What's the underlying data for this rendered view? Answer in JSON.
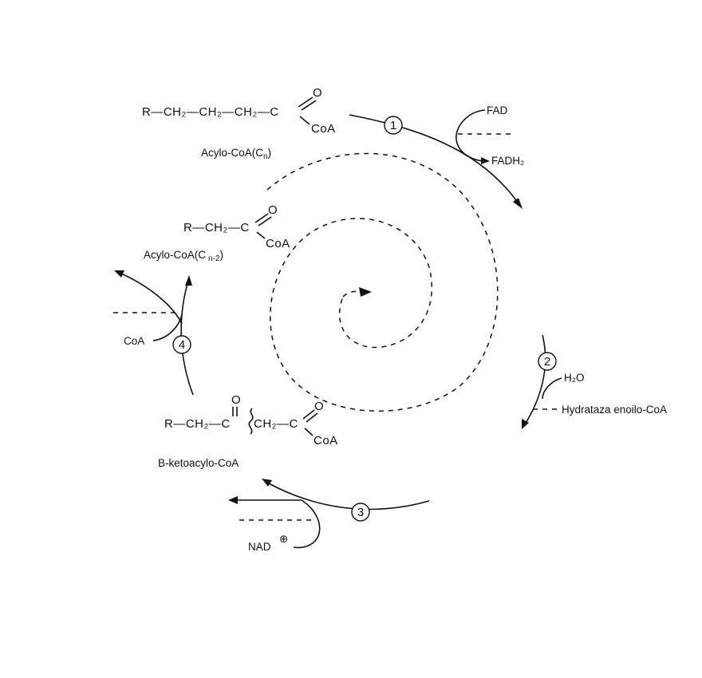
{
  "molecules": {
    "acyl_coa_n": {
      "chain": "R—CH₂—CH₂—CH₂—C",
      "oxygen": "O",
      "coa": "CoA",
      "name_prefix": "Acylo-CoA(C",
      "name_sub": "n",
      "name_suffix": ")"
    },
    "acyl_coa_n2": {
      "chain": "R—CH₂—C",
      "oxygen": "O",
      "coa": "CoA",
      "name_prefix": "Acylo-CoA(C",
      "name_sub": "n-2",
      "name_suffix": ")"
    },
    "ketoacyl_coa": {
      "chain_left": "R—CH₂—C",
      "chain_right": "CH₂—C",
      "oxygen_keto": "O",
      "oxygen_acyl": "O",
      "coa": "CoA",
      "name": "B-ketoacylo-CoA"
    }
  },
  "steps": [
    {
      "number": "1",
      "cofactor_in": "FAD",
      "cofactor_out": "FADH₂"
    },
    {
      "number": "2",
      "cofactor_in": "H₂O",
      "enzyme": "Hydrataza enoilo-CoA"
    },
    {
      "number": "3",
      "cofactor_in": "NAD",
      "charge": "⊕"
    },
    {
      "number": "4",
      "cofactor_in": "CoA"
    }
  ]
}
